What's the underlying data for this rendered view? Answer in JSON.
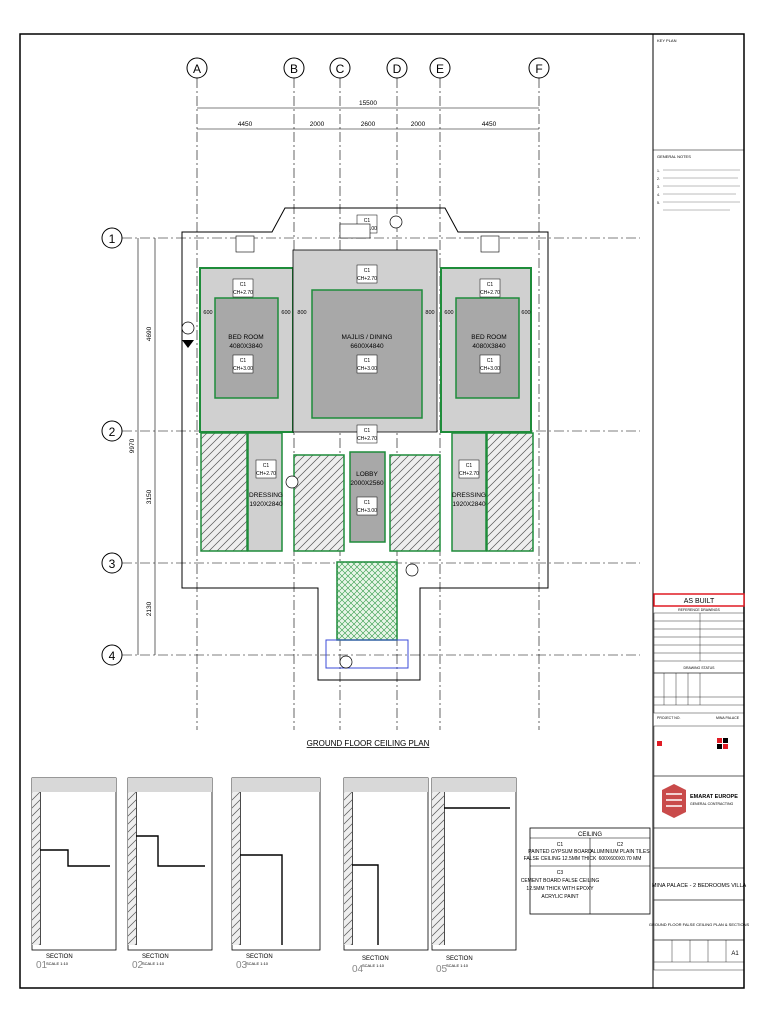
{
  "drawing": {
    "title": "GROUND FLOOR CEILING PLAN",
    "grid_cols": [
      "A",
      "B",
      "C",
      "D",
      "E",
      "F"
    ],
    "grid_rows": [
      "1",
      "2",
      "3",
      "4"
    ],
    "dims_top_total": "15500",
    "dims_top": [
      "4450",
      "2000",
      "2600",
      "2000",
      "4450"
    ],
    "dims_left_total": "9970",
    "dims_left_a": "4690",
    "dims_left_b": "3150",
    "dims_left_c": "2130",
    "rooms": {
      "bed_left_name": "BED ROOM",
      "bed_left_size": "4080X3840",
      "majlis_name": "MAJLIS / DINING",
      "majlis_size": "6600X4840",
      "bed_right_name": "BED ROOM",
      "bed_right_size": "4080X3840",
      "dressing_left_name": "DRESSING",
      "dressing_left_size": "1920X2840",
      "lobby_name": "LOBBY",
      "lobby_size": "2000X2560",
      "dressing_right_name": "DRESSING",
      "dressing_right_size": "1920X2840"
    },
    "tag_c1": "C1",
    "tag_ch_300": "CH+3.00",
    "tag_ch_270": "CH+2.70",
    "dim_600": "600",
    "dim_800": "800"
  },
  "sections": [
    {
      "num": "01",
      "title": "SECTION",
      "scale": "SCALE 1:10"
    },
    {
      "num": "02",
      "title": "SECTION",
      "scale": "SCALE 1:10"
    },
    {
      "num": "03",
      "title": "SECTION",
      "scale": "SCALE 1:10"
    },
    {
      "num": "04",
      "title": "SECTION",
      "scale": "SCALE 1:10"
    },
    {
      "num": "05",
      "title": "SECTION",
      "scale": "SCALE 1:10"
    }
  ],
  "ceiling_legend": {
    "header": "CEILING",
    "c1_code": "C1",
    "c1_text_a": "PAINTED GYPSUM BOARD",
    "c1_text_b": "FALSE CEILING 12.5MM THICK",
    "c2_code": "C2",
    "c2_text_a": "ALUMINIUM PLAIN TILES",
    "c2_text_b": "600X600X0.70 MM",
    "c3_code": "C3",
    "c3_text_a": "CEMENT BOARD FALSE CEILING",
    "c3_text_b": "12.5MM THICK WITH EPOXY",
    "c3_text_c": "ACRYLIC PAINT"
  },
  "title_block": {
    "key_plan": "KEY PLAN",
    "general_notes": "GENERAL NOTES",
    "notes": [
      "1.",
      "2.",
      "3.",
      "4.",
      "5."
    ],
    "as_built": "AS BUILT",
    "reference_drawings": "REFERENCE DRAWINGS",
    "drawing_status": "DRAWING STATUS",
    "project_no_label": "PROJECT NO.",
    "location": "MINA PALACE",
    "contractor_name": "EMARAT EUROPE",
    "contractor_sub": "GENERAL CONTRACTING",
    "project_title": "MINA PALACE - 2 BEDROOMS VILLA",
    "drawing_title": "GROUND FLOOR FALSE CEILING PLAN & SECTIONS",
    "sheet_size": "A1",
    "accent_red": "#e01b24",
    "wall_green": "#1e8c3a",
    "fill_gray": "#a8a8a8"
  }
}
